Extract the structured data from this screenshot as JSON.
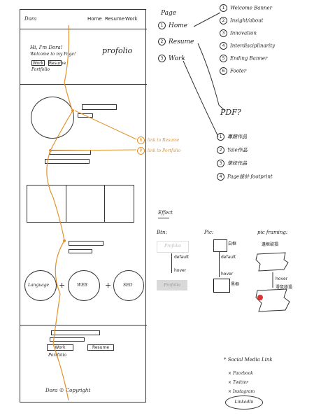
{
  "mock": {
    "logo": "Dora",
    "nav": [
      "Home",
      "Resume",
      "Work"
    ],
    "hero_greeting": "Hi, I'm Dora!",
    "hero_welcome": "Welcome to my Page!",
    "hero_buttons": [
      "Work",
      "Resume"
    ],
    "hero_sub": "Portfolio",
    "hero_right": "profolio",
    "skills": [
      "Language",
      "WEB",
      "SEO"
    ],
    "bottom_buttons": [
      "Work",
      "Resume"
    ],
    "bottom_sub": "Portfolio",
    "footer": "Dora © Copyright"
  },
  "annotations": {
    "link_resume": "link to Resume",
    "link_portfolio": "link to Portfolio"
  },
  "sitemap": {
    "page_label": "Page",
    "pages": [
      {
        "n": "1",
        "label": "Home"
      },
      {
        "n": "2",
        "label": "Resume"
      },
      {
        "n": "3",
        "label": "Work"
      }
    ],
    "home_sections": [
      {
        "n": "1",
        "label": "Welcome Banner"
      },
      {
        "n": "2",
        "label": "Insight/about"
      },
      {
        "n": "3",
        "label": "Innovation"
      },
      {
        "n": "4",
        "label": "Interdisciplinarity"
      },
      {
        "n": "5",
        "label": "Ending Banner"
      },
      {
        "n": "6",
        "label": "Footer"
      }
    ],
    "pdf": "PDF?",
    "work_sections": [
      {
        "n": "1",
        "label": "專題作品"
      },
      {
        "n": "2",
        "label": "Yale作品"
      },
      {
        "n": "3",
        "label": "學校作品"
      },
      {
        "n": "4",
        "label": "Page設計 footprint"
      }
    ]
  },
  "effects": {
    "title": "Effect",
    "btn_label": "Btn:",
    "btn_top": "Profolio",
    "btn_default": "default",
    "btn_hover": "hover",
    "btn_bottom": "Profolio",
    "pic_label": "Pic:",
    "pic_top": "白框",
    "pic_default": "default",
    "pic_hover": "hover",
    "pic_bottom": "黑框",
    "framing_label": "pic framing:",
    "framing_sub": "邊框破損",
    "framing_hover": "hover",
    "framing_note": "滑鼠移過"
  },
  "social": {
    "title": "* Social Media Link",
    "items": [
      "Facebook",
      "Twitter",
      "Instagram"
    ],
    "circled": "LinkedIn"
  }
}
